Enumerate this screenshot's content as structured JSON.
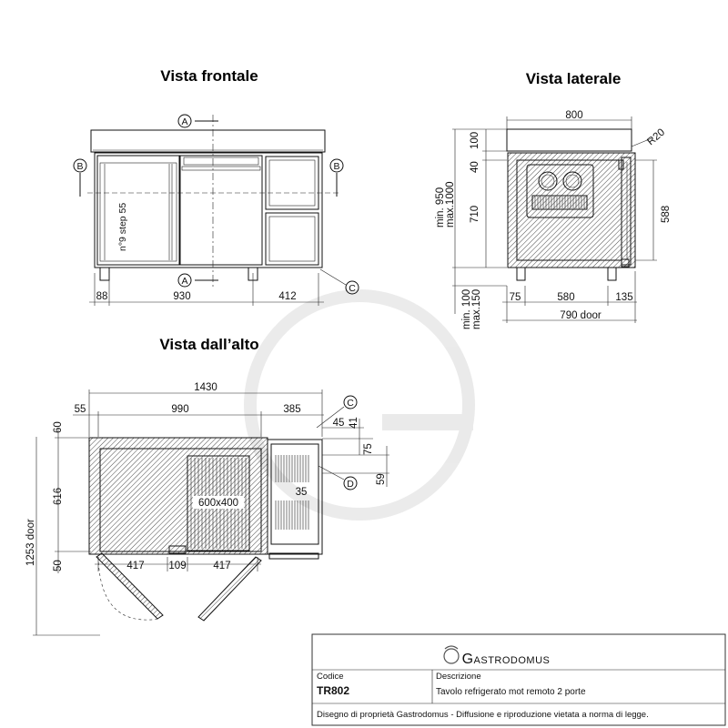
{
  "titles": {
    "front": "Vista frontale",
    "side": "Vista laterale",
    "top": "Vista dall’alto"
  },
  "front": {
    "section_a": "A",
    "section_b": "B",
    "section_c": "C",
    "shelf_note": "n°9 step 55",
    "dims": {
      "left": "88",
      "middle": "930",
      "right": "412"
    }
  },
  "side": {
    "dims": {
      "depth": "800",
      "r20": "R20",
      "top_100": "100",
      "h_40": "40",
      "h_710": "710",
      "total_min": "min. 950",
      "total_max": "max.1000",
      "inner_588": "588",
      "leg_min": "min. 100",
      "leg_max": "max.150",
      "b75": "75",
      "b580": "580",
      "b135": "135",
      "door": "790 door"
    }
  },
  "top": {
    "section_c": "C",
    "section_d": "D",
    "grid_label": "600x400",
    "dims": {
      "w1430": "1430",
      "w55": "55",
      "w990": "990",
      "w385": "385",
      "w45": "45",
      "w41": "41",
      "w75": "75",
      "w59": "59",
      "w35": "35",
      "h60": "60",
      "h616": "616",
      "h50": "50",
      "door": "1253 door",
      "b417a": "417",
      "b109": "109",
      "b417b": "417"
    }
  },
  "titleblock": {
    "brand": "Gastrodomus",
    "codice_label": "Codice",
    "codice_value": "TR802",
    "descrizione_label": "Descrizione",
    "descrizione_value": "Tavolo refrigerato mot remoto 2 porte",
    "footer": "Disegno di proprietà Gastrodomus -  Diffusione e riproduzione vietata a norma di legge."
  }
}
